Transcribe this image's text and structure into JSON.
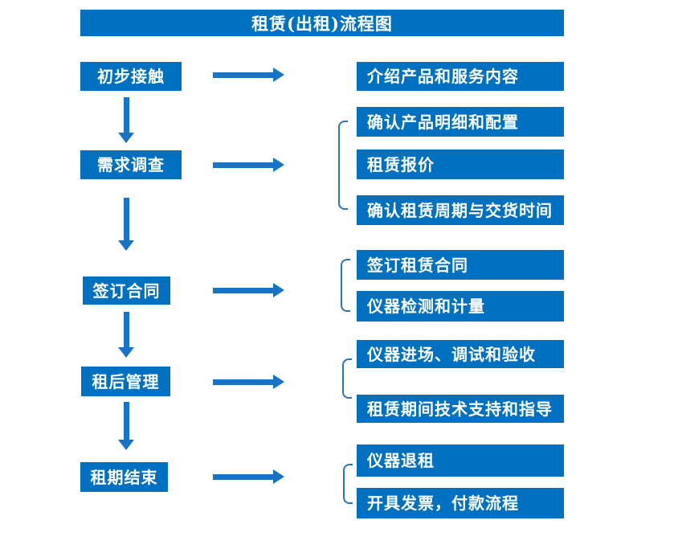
{
  "title": "租赁(出租)流程图",
  "colors": {
    "box": "#0070C0",
    "arrow": "#1673C5",
    "bracket": "#2E75B6",
    "text": "#FFFFFF",
    "bg": "#FFFFFF"
  },
  "stages": [
    {
      "label": "初步接触",
      "outputs": [
        "介绍产品和服务内容"
      ]
    },
    {
      "label": "需求调查",
      "outputs": [
        "确认产品明细和配置",
        "租赁报价",
        "确认租赁周期与交货时间"
      ]
    },
    {
      "label": "签订合同",
      "outputs": [
        "签订租赁合同",
        "仪器检测和计量"
      ]
    },
    {
      "label": "租后管理",
      "outputs": [
        "仪器进场、调试和验收",
        "租赁期间技术支持和指导"
      ]
    },
    {
      "label": "租期结束",
      "outputs": [
        "仪器退租",
        "开具发票，付款流程"
      ]
    }
  ]
}
